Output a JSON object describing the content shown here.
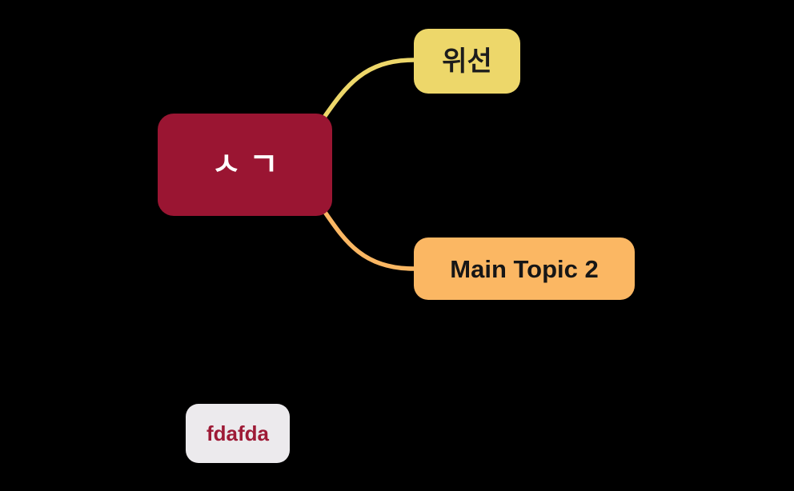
{
  "background": "#000000",
  "mindmap": {
    "root": {
      "label": "ㅅㄱ",
      "bg_color": "#9a1532",
      "text_color": "#ffffff"
    },
    "topics": [
      {
        "label": "위선",
        "bg_color": "#edd76a",
        "text_color": "#1c1c1c"
      },
      {
        "label": "Main Topic 2",
        "bg_color": "#fbb763",
        "text_color": "#161616"
      }
    ],
    "floating_topic": {
      "label": "fdafda",
      "bg_color": "#eceaed",
      "text_color": "#9e1a36"
    },
    "connections": [
      {
        "from": "ㅅㄱ",
        "to": "위선",
        "color": "#edd76a"
      },
      {
        "from": "ㅅㄱ",
        "to": "Main Topic 2",
        "color": "#fbb763"
      }
    ]
  }
}
